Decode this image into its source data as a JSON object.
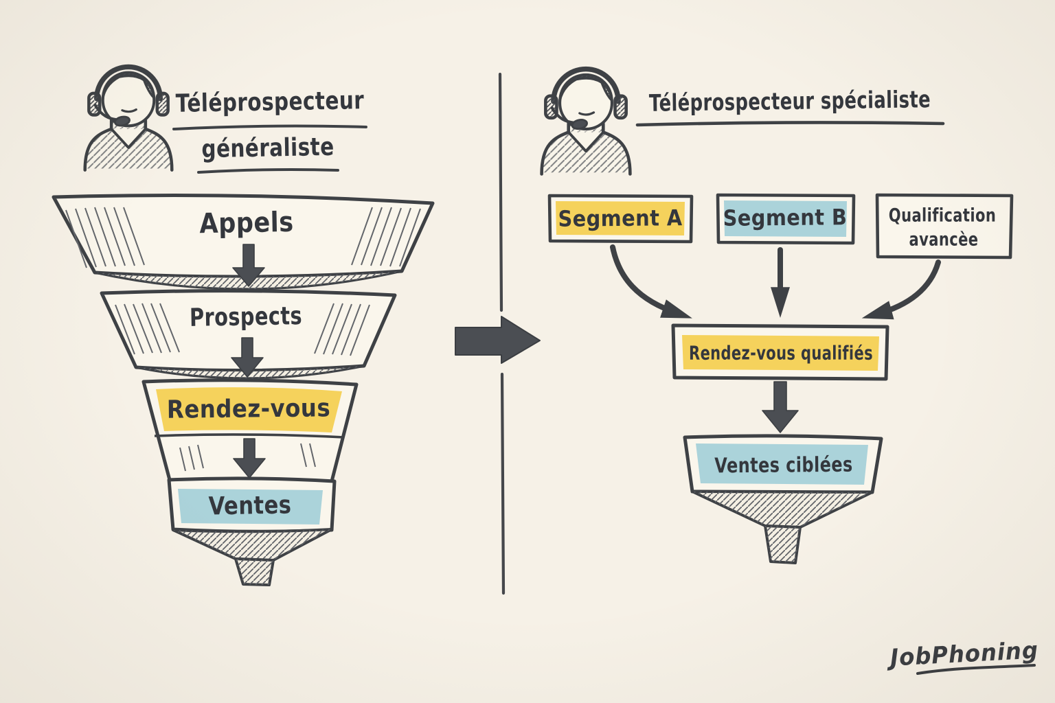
{
  "colors": {
    "background": "#f6f1e7",
    "ink": "#3e4145",
    "highlight_yellow": "#f5d25c",
    "highlight_blue": "#abd3da",
    "panel_fill": "#faf6ec"
  },
  "icons": {
    "left_avatar": "headset-agent-icon",
    "right_avatar": "headset-agent-icon",
    "transform_arrow": "right-arrow-icon"
  },
  "left_panel": {
    "title_line1": "Téléprospecteur",
    "title_line2": "généraliste",
    "funnel_stages": [
      {
        "label": "Appels",
        "highlight": "none"
      },
      {
        "label": "Prospects",
        "highlight": "none"
      },
      {
        "label": "Rendez-vous",
        "highlight": "yellow"
      },
      {
        "label": "Ventes",
        "highlight": "blue"
      }
    ]
  },
  "right_panel": {
    "title": "Téléprospecteur spécialiste",
    "input_boxes": [
      {
        "label": "Segment A",
        "highlight": "yellow"
      },
      {
        "label": "Segment B",
        "highlight": "blue"
      },
      {
        "label_line1": "Qualification",
        "label_line2": "avancèe",
        "highlight": "none"
      }
    ],
    "middle_box": {
      "label": "Rendez-vous qualifiés",
      "highlight": "yellow"
    },
    "output_box": {
      "label": "Ventes ciblées",
      "highlight": "blue"
    }
  },
  "footer": {
    "logo": "JobPhoning"
  }
}
